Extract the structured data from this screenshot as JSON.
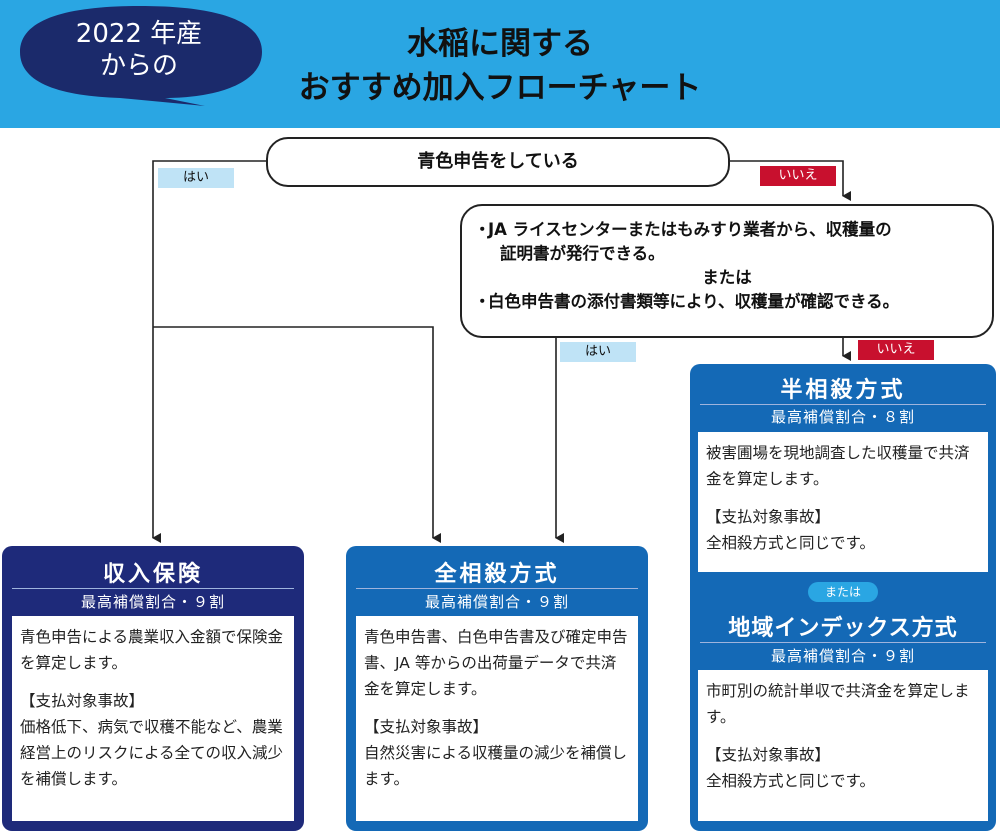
{
  "header": {
    "badge": [
      "2022 年産",
      "からの"
    ],
    "title": [
      "水稲に関する",
      "おすすめ加入フローチャート"
    ]
  },
  "decision1": {
    "text": "青色申告をしている",
    "yes": "はい",
    "no": "いいえ"
  },
  "decision2": {
    "bullet": "・",
    "line1a": "JA ライスセンターまたはもみすり業者から、収穫量の",
    "line1b": "証明書が発行できる。",
    "or": "または",
    "line2": "白色申告書の添付書類等により、収穫量が確認できる。",
    "yes": "はい",
    "no": "いいえ"
  },
  "panels": {
    "income": {
      "title": "収入保険",
      "rate": "最高補償割合・９割",
      "desc": "青色申告による農業収入金額で保険金を算定します。",
      "accident_label": "【支払対象事故】",
      "accident": "価格低下、病気で収穫不能など、農業経営上のリスクによる全ての収入減少を補償します。"
    },
    "zensou": {
      "title": "全相殺方式",
      "rate": "最高補償割合・９割",
      "desc": "青色申告書、白色申告書及び確定申告書、JA 等からの出荷量データで共済金を算定します。",
      "accident_label": "【支払対象事故】",
      "accident": "自然災害による収穫量の減少を補償します。"
    },
    "hansou": {
      "title": "半相殺方式",
      "rate": "最高補償割合・８割",
      "desc": "被害圃場を現地調査した収穫量で共済金を算定します。",
      "accident_label": "【支払対象事故】",
      "accident": "全相殺方式と同じです。"
    },
    "or": "または",
    "chiiki": {
      "title": "地域インデックス方式",
      "rate": "最高補償割合・９割",
      "desc": "市町別の統計単収で共済金を算定します。",
      "accident_label": "【支払対象事故】",
      "accident": "全相殺方式と同じです。"
    }
  },
  "colors": {
    "header": "#2aa6e3",
    "navy": "#1e2a7a",
    "blue": "#1469b6",
    "no": "#c8102e",
    "yes": "#bfe3f6"
  }
}
